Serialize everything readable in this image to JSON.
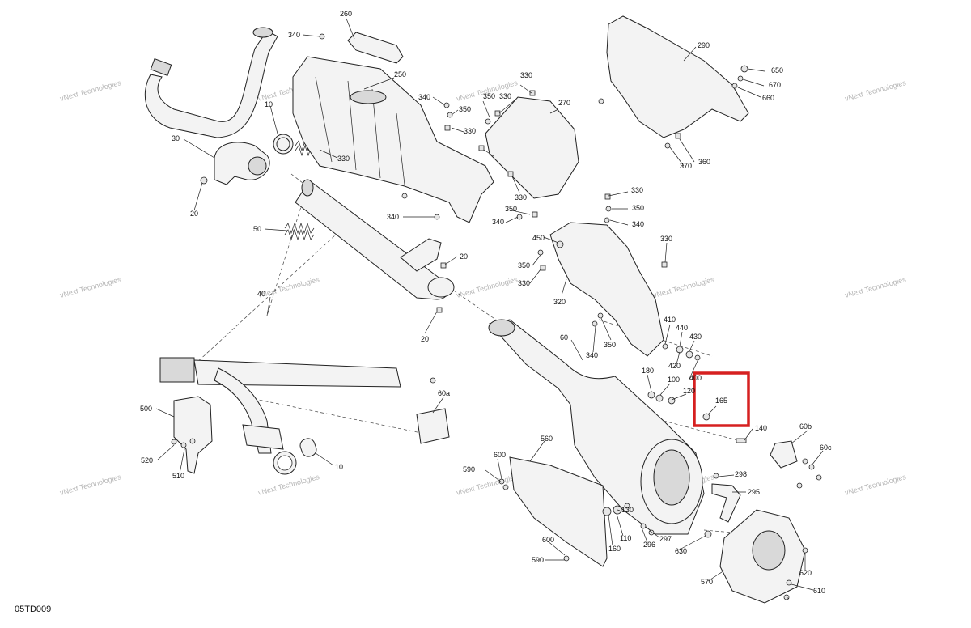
{
  "diagram": {
    "code": "05TD009",
    "watermark": "vNext Technologies",
    "highlight_color": "#d62020",
    "labels": {
      "l260": "260",
      "l340a": "340",
      "l250": "250",
      "l30": "30",
      "l10a": "10",
      "l330a": "330",
      "l20a": "20",
      "l50": "50",
      "l340b": "340",
      "l340c": "340",
      "l350a": "350",
      "l330b": "330",
      "l330c": "330",
      "l350b": "350",
      "l330d": "330",
      "l270": "270",
      "l330e": "330",
      "l290": "290",
      "l650": "650",
      "l670": "670",
      "l660": "660",
      "l360": "360",
      "l370": "370",
      "l330f": "330",
      "l350c": "350",
      "l340d": "340",
      "l350d": "350",
      "l340e": "340",
      "l450": "450",
      "l330g": "330",
      "l350e": "350",
      "l330h": "330",
      "l320": "320",
      "l20b": "20",
      "l20c": "20",
      "l40": "40",
      "l60": "60",
      "l410": "410",
      "l440": "440",
      "l430": "430",
      "l420": "420",
      "l340f": "340",
      "l350f": "350",
      "l180": "180",
      "l100": "100",
      "l120": "120",
      "l400": "400",
      "l165": "165",
      "l140": "140",
      "l60a": "60a",
      "l500": "500",
      "l520": "520",
      "l510": "510",
      "l10b": "10",
      "l560": "560",
      "l600a": "600",
      "l590a": "590",
      "l600b": "600",
      "l590b": "590",
      "l130": "130",
      "l110": "110",
      "l160": "160",
      "l297": "297",
      "l296": "296",
      "l298": "298",
      "l295": "295",
      "l630": "630",
      "l570": "570",
      "l60b": "60b",
      "l60c": "60c",
      "l620": "620",
      "l610": "610"
    }
  }
}
